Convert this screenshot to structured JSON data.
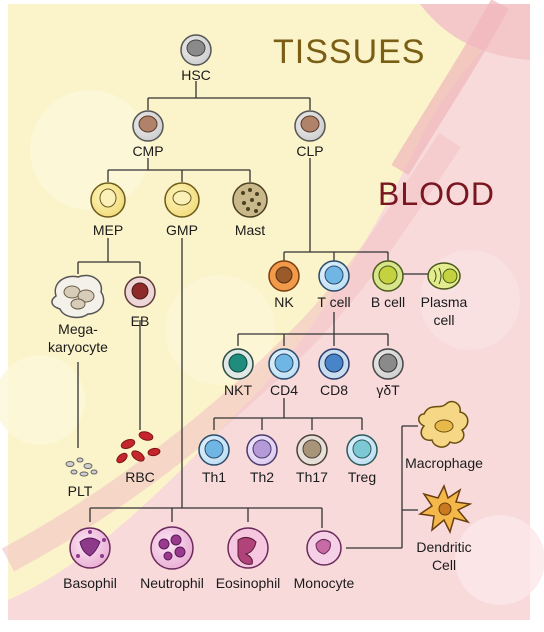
{
  "headings": {
    "tissues": "TISSUES",
    "blood": "BLOOD"
  },
  "labels": {
    "hsc": "HSC",
    "cmp": "CMP",
    "clp": "CLP",
    "mep": "MEP",
    "gmp": "GMP",
    "mast": "Mast",
    "megakaryocyte_1": "Mega-",
    "megakaryocyte_2": "karyocyte",
    "eb": "EB",
    "plt": "PLT",
    "rbc": "RBC",
    "nk": "NK",
    "tcell": "T cell",
    "bcell": "B cell",
    "plasma_1": "Plasma",
    "plasma_2": "cell",
    "nkt": "NKT",
    "cd4": "CD4",
    "cd8": "CD8",
    "gdt": "γδT",
    "th1": "Th1",
    "th2": "Th2",
    "th17": "Th17",
    "treg": "Treg",
    "macrophage": "Macrophage",
    "dendritic_1": "Dendritic",
    "dendritic_2": "Cell",
    "basophil": "Basophil",
    "neutrophil": "Neutrophil",
    "eosinophil": "Eosinophil",
    "monocyte": "Monocyte"
  },
  "colors": {
    "tissue_bg": "#fbf3c9",
    "blood_bg": "#f8d9da",
    "vessel_band": "#efb3b6",
    "tissues_text": "#7a5e16",
    "blood_text": "#7a1620"
  }
}
